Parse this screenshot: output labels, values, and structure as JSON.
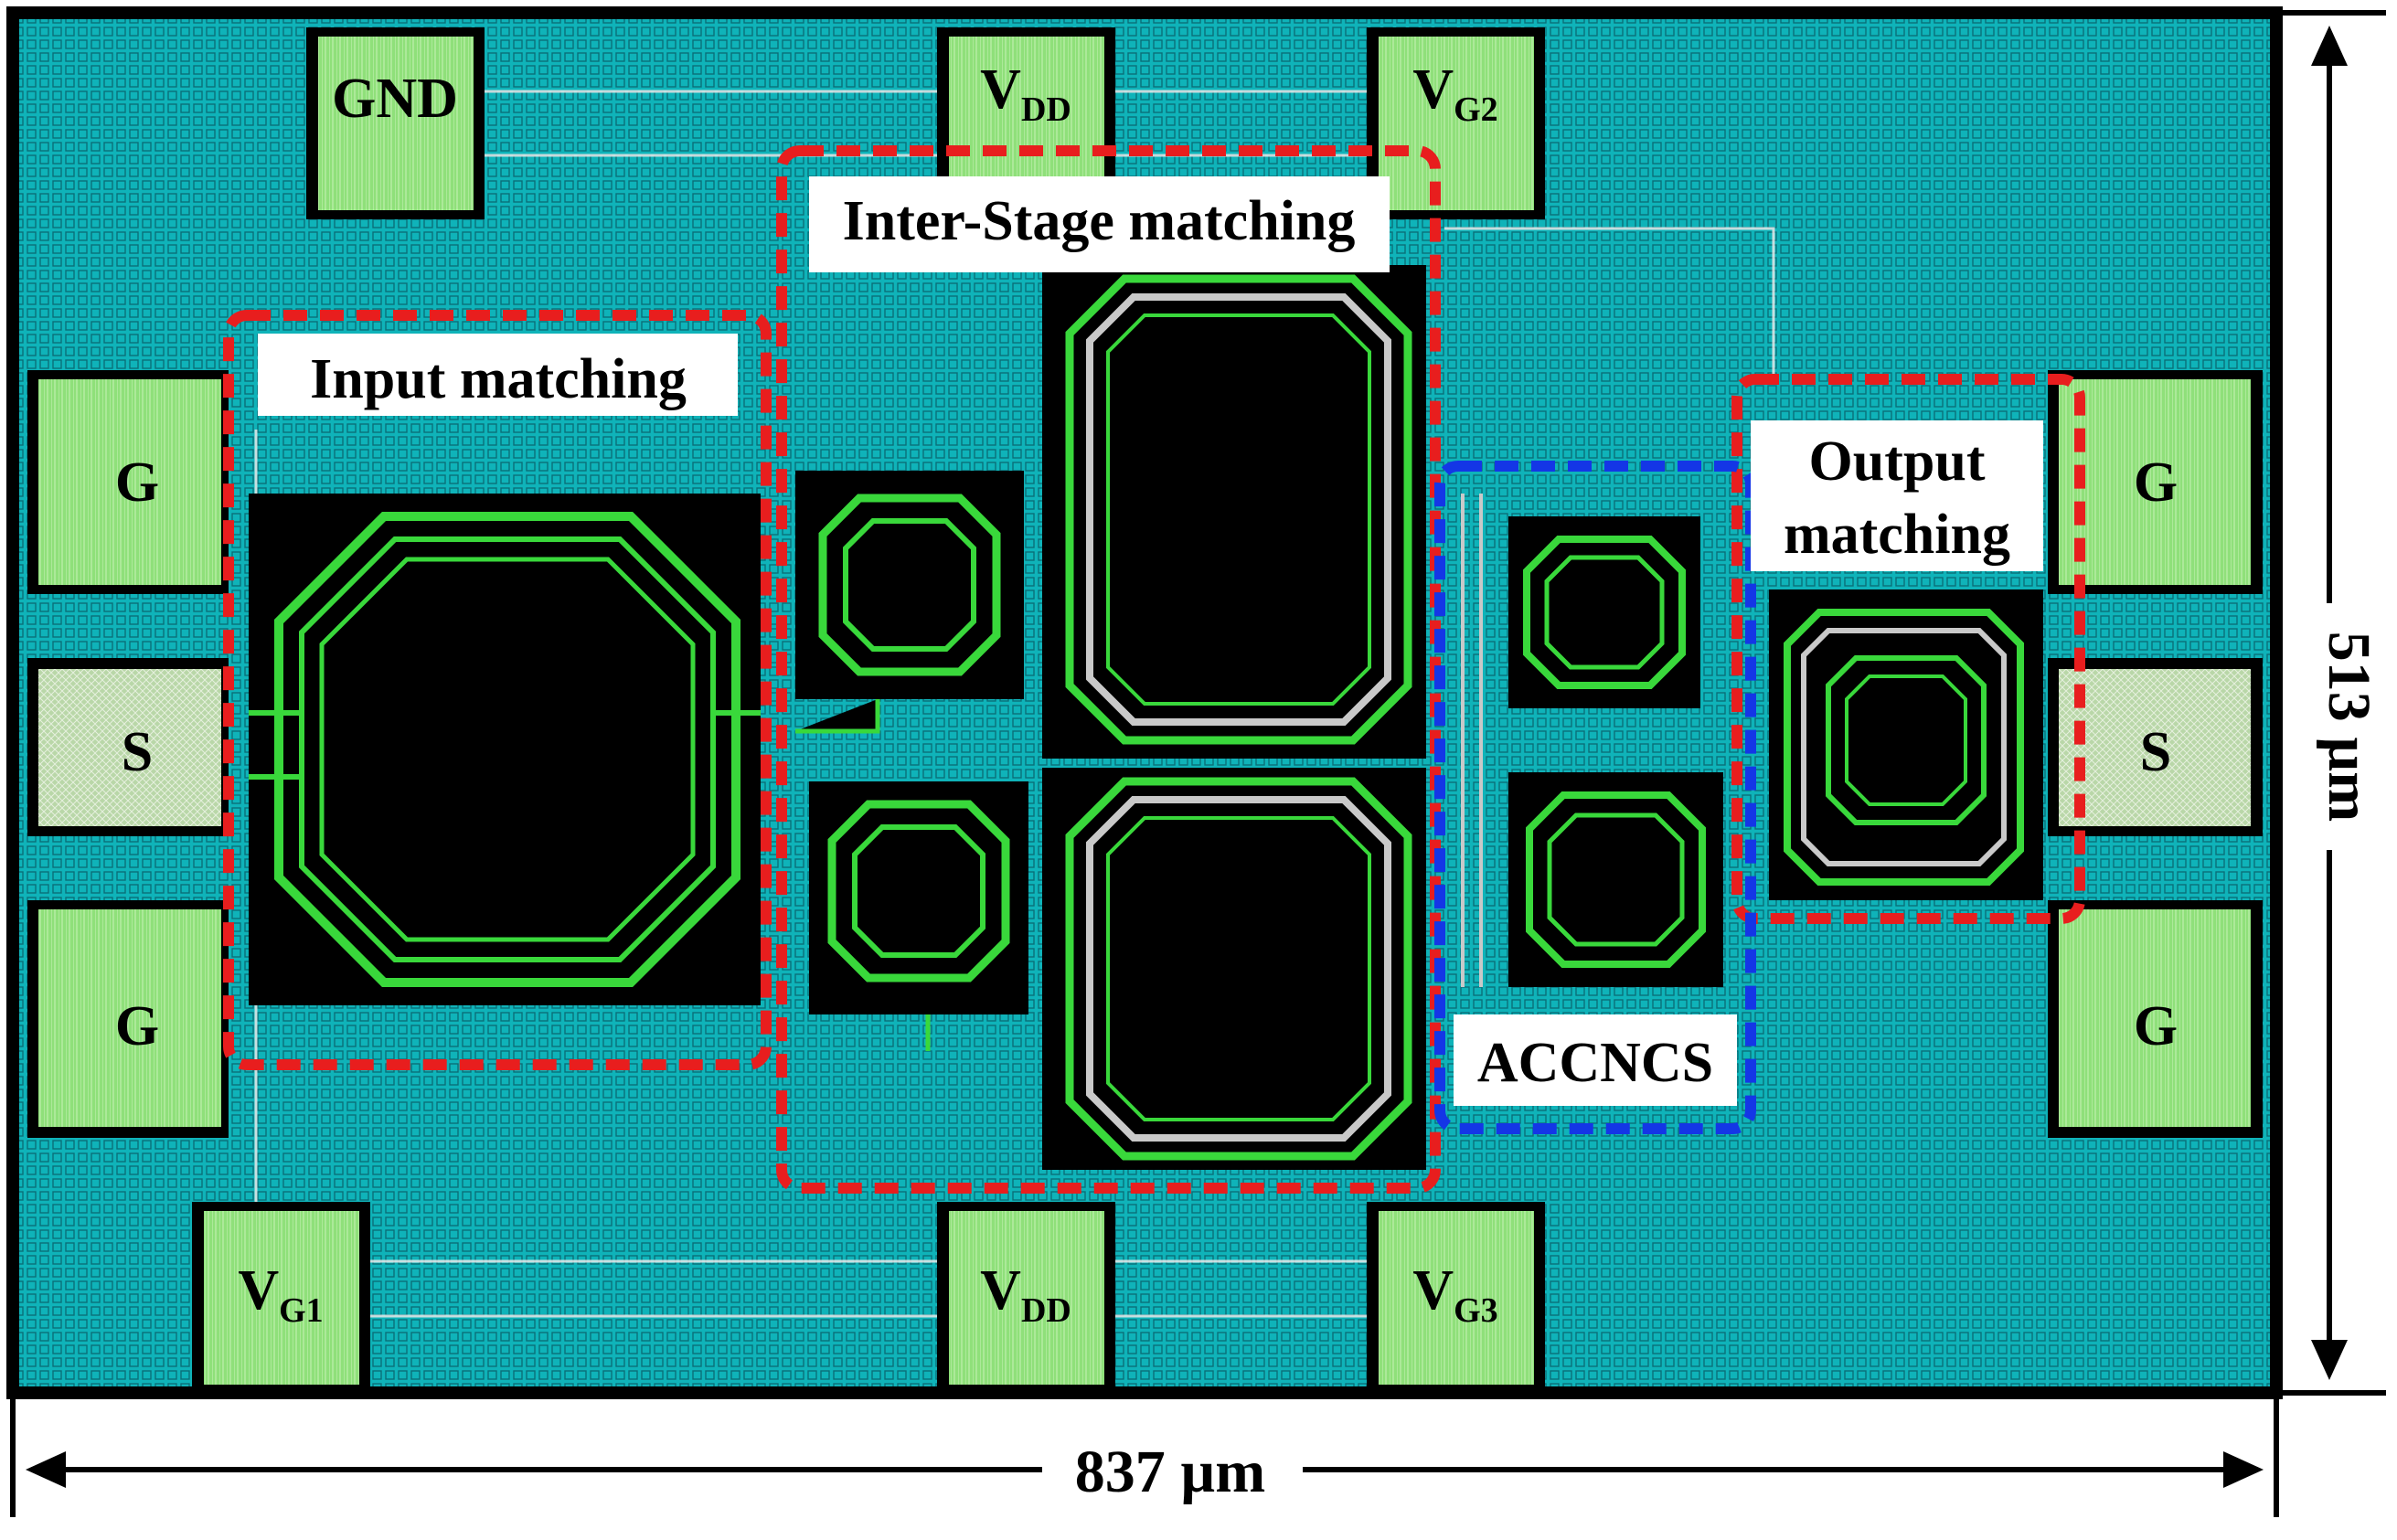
{
  "colors": {
    "substrate": "#0fb3b9",
    "grid": "#0a6f78",
    "inductor_bg": "#000000",
    "coil": "#39d83b",
    "coil_gray": "#c9c9c9",
    "pad_fill": "#8fe07a",
    "pad_border": "#1a1a1a",
    "region_red": "#e81e1e",
    "region_blue": "#1436e6",
    "label_bg": "#ffffff",
    "text": "#000000"
  },
  "pads": {
    "top": [
      {
        "id": "gnd",
        "label": "GND",
        "sub": ""
      },
      {
        "id": "vdd-top",
        "label": "V",
        "sub": "DD"
      },
      {
        "id": "vg2",
        "label": "V",
        "sub": "G2"
      }
    ],
    "bottom": [
      {
        "id": "vg1",
        "label": "V",
        "sub": "G1"
      },
      {
        "id": "vdd-bottom",
        "label": "V",
        "sub": "DD"
      },
      {
        "id": "vg3",
        "label": "V",
        "sub": "G3"
      }
    ],
    "left": [
      "G",
      "S",
      "G"
    ],
    "right": [
      "G",
      "S",
      "G"
    ]
  },
  "regions": {
    "input": "Input matching",
    "interstage": "Inter-Stage matching",
    "output_line1": "Output",
    "output_line2": "matching",
    "accncs": "ACCNCS"
  },
  "dimensions": {
    "width": "837 µm",
    "height": "513 µm"
  }
}
